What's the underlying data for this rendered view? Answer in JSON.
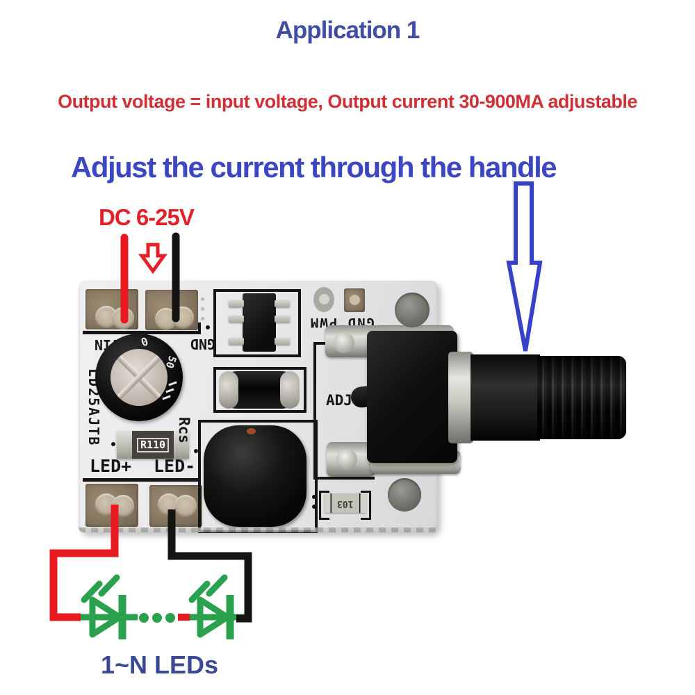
{
  "page": {
    "title": "Application 1",
    "subtitle": "Output voltage = input voltage, Output current 30-900MA adjustable",
    "heading": "Adjust the current through the handle",
    "dc_input_label": "DC 6-25V",
    "leds_count_label": "1~N LEDs"
  },
  "pcb": {
    "silkscreen": {
      "vin": "VIN",
      "gnd": "GND",
      "gnd_pwm": "GND PWM",
      "adj": "ADJ",
      "rcs": "Rcs",
      "led_plus": "LED+",
      "led_minus": "LED-",
      "part_number": "LD25AJTB"
    },
    "components": {
      "current_resistor": "R110",
      "smd_resistor": "103",
      "cap_mark_top": "0",
      "cap_mark_side": "50"
    }
  },
  "colors": {
    "title_blue": "#3f4da5",
    "heading_blue": "#3d46c2",
    "subtitle_red": "#d02f35",
    "dc_red": "#e02228",
    "leds_blue": "#3b4896",
    "wire_red": "#e8191f",
    "wire_black": "#141414",
    "led_green": "#2aa24d",
    "arrow_blue": "#3742c8",
    "arrow_red": "#e32128",
    "silkscreen_black": "#151515"
  }
}
